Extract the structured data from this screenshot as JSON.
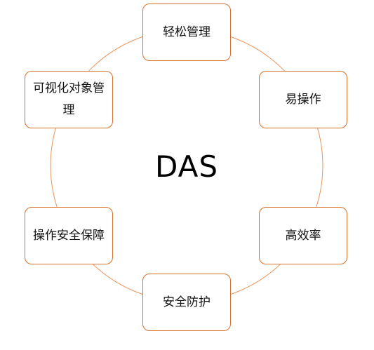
{
  "center": {
    "label": "DAS"
  },
  "nodes": [
    {
      "label": "轻松管理"
    },
    {
      "label": "易操作"
    },
    {
      "label": "高效率"
    },
    {
      "label": "安全防护"
    },
    {
      "label": "操作安全保障"
    },
    {
      "label": "可视化对象管理"
    }
  ],
  "colors": {
    "border": "#d9722c",
    "ring": "#e8955a",
    "text": "#111111",
    "background": "#ffffff"
  }
}
